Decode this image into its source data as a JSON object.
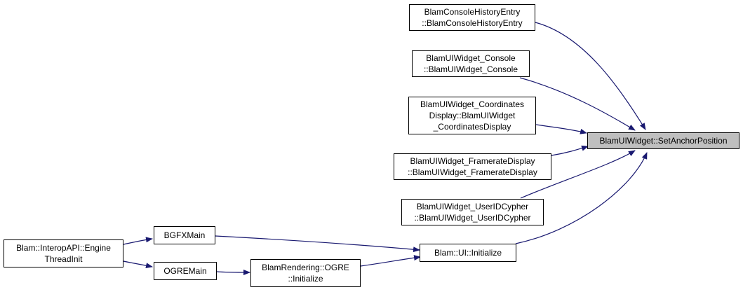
{
  "colors": {
    "edge": "#191970",
    "node_border": "#000000",
    "focus_fill": "#bfbfbf",
    "node_fill": "#ffffff"
  },
  "nodes": {
    "console_history": {
      "lines": [
        "BlamConsoleHistoryEntry",
        "::BlamConsoleHistoryEntry"
      ]
    },
    "widget_console": {
      "lines": [
        "BlamUIWidget_Console",
        "::BlamUIWidget_Console"
      ]
    },
    "coords_display": {
      "lines": [
        "BlamUIWidget_Coordinates",
        "Display::BlamUIWidget",
        "_CoordinatesDisplay"
      ]
    },
    "framerate_display": {
      "lines": [
        "BlamUIWidget_FramerateDisplay",
        "::BlamUIWidget_FramerateDisplay"
      ]
    },
    "userid_cypher": {
      "lines": [
        "BlamUIWidget_UserIDCypher",
        "::BlamUIWidget_UserIDCypher"
      ]
    },
    "set_anchor": {
      "lines": [
        "BlamUIWidget::SetAnchorPosition"
      ]
    },
    "ui_initialize": {
      "lines": [
        "Blam::UI::Initialize"
      ]
    },
    "bgfx_main": {
      "lines": [
        "BGFXMain"
      ]
    },
    "ogre_main": {
      "lines": [
        "OGREMain"
      ]
    },
    "rendering_init": {
      "lines": [
        "BlamRendering::OGRE",
        "::Initialize"
      ]
    },
    "engine_thread_init": {
      "lines": [
        "Blam::InteropAPI::Engine",
        "ThreadInit"
      ]
    }
  }
}
